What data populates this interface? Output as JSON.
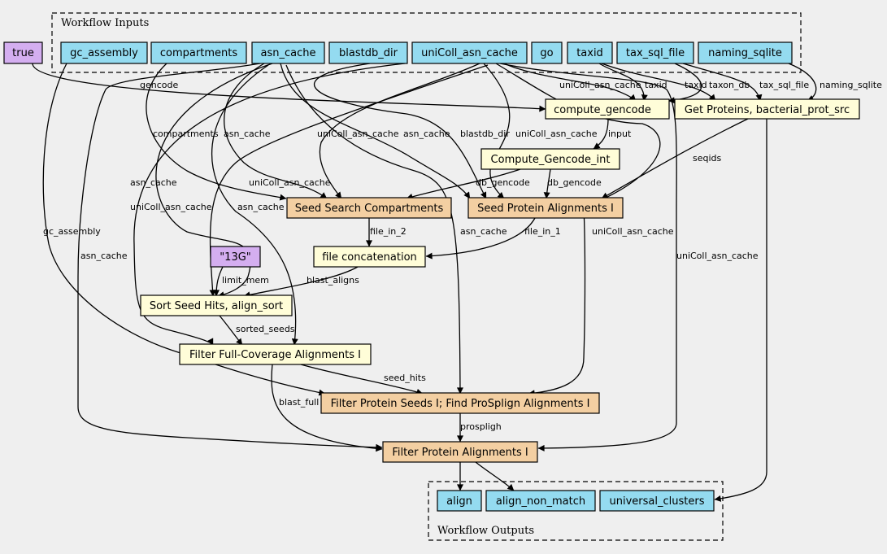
{
  "colors": {
    "input": "#94dbf0",
    "step_tool": "#fffdd8",
    "step_subworkflow": "#f3cfa2",
    "constant": "#d4aef0",
    "background": "#efefef"
  },
  "clusters": {
    "inputs_label": "Workflow Inputs",
    "outputs_label": "Workflow Outputs"
  },
  "nodes": {
    "true_const": "true",
    "gc_assembly": "gc_assembly",
    "compartments": "compartments",
    "asn_cache": "asn_cache",
    "blastdb_dir": "blastdb_dir",
    "unicoll_asn_cache": "uniColl_asn_cache",
    "go": "go",
    "taxid": "taxid",
    "tax_sql_file": "tax_sql_file",
    "naming_sqlite": "naming_sqlite",
    "compute_gencode": "compute_gencode",
    "get_proteins": "Get Proteins, bacterial_prot_src",
    "compute_gencode_int": "Compute_Gencode_int",
    "seed_search_compartments": "Seed Search Compartments",
    "seed_protein_alignments": "Seed Protein Alignments I",
    "file_concatenation": "file concatenation",
    "mem_const": "\"13G\"",
    "sort_seed_hits": "Sort Seed Hits, align_sort",
    "filter_full_coverage": "Filter Full-Coverage Alignments I",
    "filter_protein_seeds": "Filter Protein Seeds I; Find ProSplign Alignments I",
    "filter_protein_alignments": "Filter Protein Alignments I",
    "align": "align",
    "align_non_match": "align_non_match",
    "universal_clusters": "universal_clusters"
  },
  "edge_labels": {
    "gencode": "gencode",
    "unicoll_cg": "uniColl_asn_cache",
    "taxid_cg": "taxid",
    "taxid_gp": "taxid",
    "taxon_db": "taxon_db",
    "tax_sql_file": "tax_sql_file",
    "naming_sqlite": "naming_sqlite",
    "compartments": "compartments",
    "asn_ssc": "asn_cache",
    "unicoll_ssc": "uniColl_asn_cache",
    "asn_spa": "asn_cache",
    "blastdb_dir": "blastdb_dir",
    "unicoll_spa": "uniColl_asn_cache",
    "input": "input",
    "seqids": "seqids",
    "db_gencode_1": "db_gencode",
    "db_gencode_2": "db_gencode",
    "asn_sort": "asn_cache",
    "unicoll_sort": "uniColl_asn_cache",
    "unicoll_filter_full": "uniColl_asn_cache",
    "asn_filter_full": "asn_cache",
    "gc_assembly": "gc_assembly",
    "asn_fpa": "asn_cache",
    "file_in_2": "file_in_2",
    "file_in_1": "file_in_1",
    "asn_fps": "asn_cache",
    "unicoll_fps": "uniColl_asn_cache",
    "unicoll_fpa": "uniColl_asn_cache",
    "limit_mem": "limit_mem",
    "blast_aligns": "blast_aligns",
    "sorted_seeds": "sorted_seeds",
    "seed_hits": "seed_hits",
    "blast_full": "blast_full",
    "prospligh": "prospligh"
  }
}
